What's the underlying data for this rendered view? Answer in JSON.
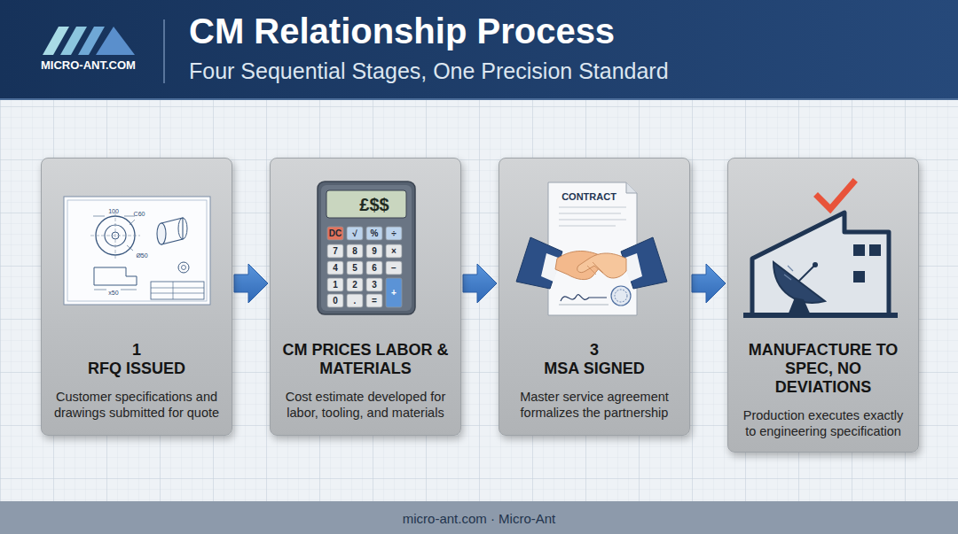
{
  "diagram": {
    "title": "CM Relationship Process",
    "caption": "Four Sequential Stages, One Precision Standard",
    "nodes": [
      {
        "text": [
          "1",
          "RFQ ISSUED",
          "Customer specifications and drawings submitted for quote"
        ]
      },
      {
        "text": [
          "CM PRICES LABOR & MATERIALS",
          "Cost estimate developed for labor, tooling, and materials"
        ]
      },
      {
        "text": [
          "3",
          "MSA SIGNED",
          "Master service agreement formalizes the partnership"
        ]
      },
      {
        "text": [
          "MANUFACTURE TO SPEC, NO DEVIATIONS",
          "Production executes exactly to engineering specification"
        ]
      }
    ],
    "edges": [
      {
        "from": 0,
        "to": 1,
        "arrow": "to"
      },
      {
        "from": 1,
        "to": 2,
        "arrow": "to"
      },
      {
        "from": 2,
        "to": 3,
        "arrow": "to"
      }
    ],
    "labels": [
      "MICRO-ANT.COM",
      "100",
      "C60",
      "Ø50",
      "x50",
      "£$$",
      "DC",
      "√",
      "%",
      "÷",
      "7",
      "8",
      "9",
      "×",
      "4",
      "5",
      "6",
      "−",
      "1",
      "2",
      "3",
      "+",
      "0",
      ".",
      "=",
      "CONTRACT",
      "micro-ant.com · Micro-Ant"
    ]
  }
}
